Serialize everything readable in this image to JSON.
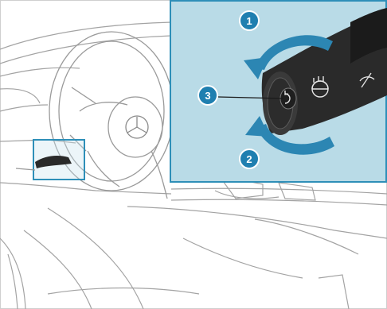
{
  "figure": {
    "callouts": [
      {
        "id": "callout-1",
        "label": "1"
      },
      {
        "id": "callout-2",
        "label": "2"
      },
      {
        "id": "callout-3",
        "label": "3"
      }
    ],
    "colors": {
      "inset_background": "#b9dbe7",
      "inset_border": "#2e8fb8",
      "arrow": "#2c86b3",
      "callout": "#1f7fb0",
      "line_art": "#9a9a9a",
      "stalk": "#2a2a2a"
    },
    "icons": [
      "rotate-arrow-icon",
      "wiper-fluid-icon",
      "wiper-interval-icon"
    ]
  }
}
